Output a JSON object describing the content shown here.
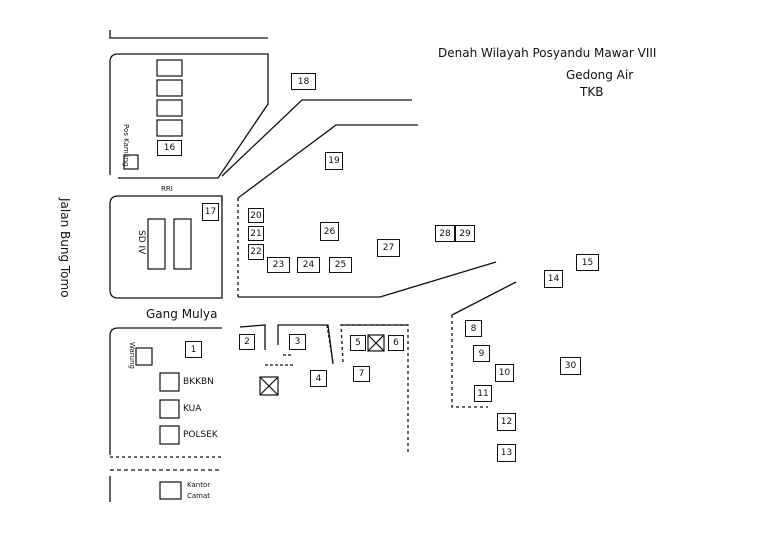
{
  "title": "Denah Wilayah Posyandu Mawar VIII",
  "landmarks": {
    "gedong_air": "Gedong Air",
    "tkb": "TKB",
    "jalan_bung_tomo": "Jalan Bung Tomo",
    "gang_mulya": "Gang Mulya",
    "rri": "RRI",
    "sd_iv": "SD IV",
    "pos_kamling": "Pos Kamling",
    "warung": "Warung",
    "bkkbn": "BKKBN",
    "kua": "KUA",
    "polsek": "POLSEK",
    "kantor_camat_1": "Kantor",
    "kantor_camat_2": "Camat"
  },
  "houses": [
    "1",
    "2",
    "3",
    "4",
    "5",
    "6",
    "7",
    "8",
    "9",
    "10",
    "11",
    "12",
    "13",
    "14",
    "15",
    "16",
    "17",
    "18",
    "19",
    "20",
    "21",
    "22",
    "23",
    "24",
    "25",
    "26",
    "27",
    "28",
    "29",
    "30"
  ]
}
